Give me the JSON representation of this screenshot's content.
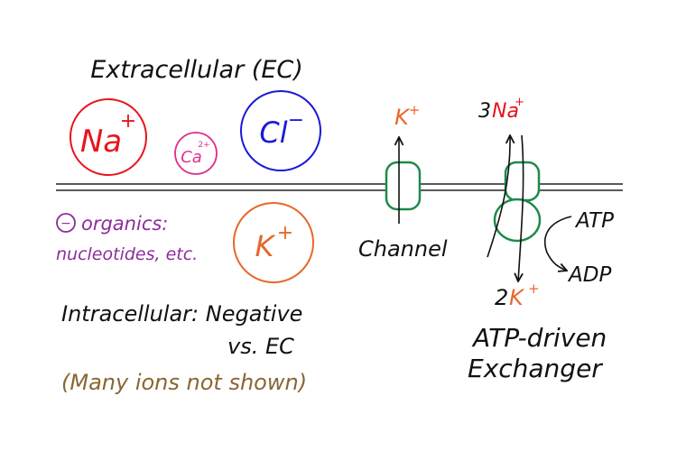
{
  "title": "Extracellular (EC)",
  "ions": {
    "na": {
      "label": "Na",
      "charge": "+",
      "color": "#e8141c"
    },
    "ca": {
      "label": "Ca",
      "charge": "2+",
      "color": "#e0308c"
    },
    "cl": {
      "label": "Cl",
      "charge": "−",
      "color": "#1a1ad8"
    },
    "k": {
      "label": "K",
      "charge": "+",
      "color": "#e8672a"
    }
  },
  "organics": {
    "minus_sign": "−",
    "line1": "organics:",
    "line2": "nucleotides, etc.",
    "color": "#8c2e9c"
  },
  "intracellular": {
    "line1": "Intracellular: Negative",
    "line2": "vs. EC"
  },
  "note": {
    "text": "(Many ions not shown)",
    "color": "#8a6532"
  },
  "channel": {
    "label": "Channel",
    "ion": "K",
    "charge": "+",
    "ion_color": "#e8672a",
    "protein_color": "#1e8a4a"
  },
  "exchanger": {
    "top_count": "3",
    "top_ion": "Na",
    "top_charge": "+",
    "top_color": "#e8141c",
    "bottom_count": "2",
    "bottom_ion": "K",
    "bottom_charge": "+",
    "bottom_color": "#e8672a",
    "atp": "ATP",
    "adp": "ADP",
    "label_line1": "ATP-driven",
    "label_line2": "Exchanger",
    "protein_color": "#1e8a4a"
  },
  "colors": {
    "ink": "#111111",
    "membrane": "#222222"
  }
}
